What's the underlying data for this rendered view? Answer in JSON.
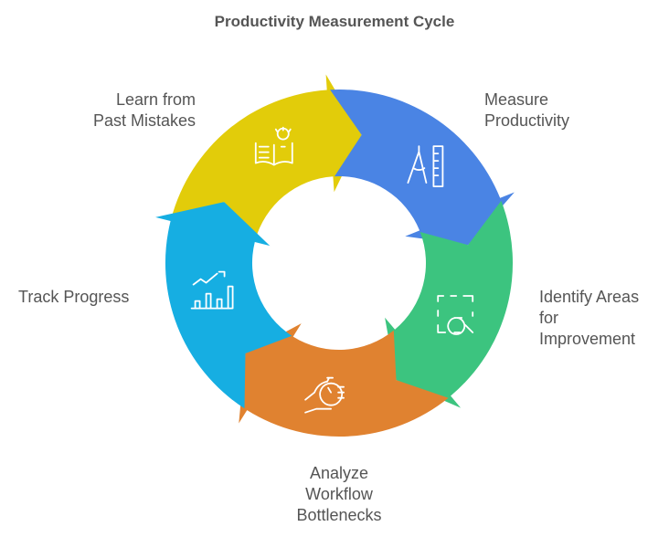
{
  "title": "Productivity Measurement Cycle",
  "steps": [
    {
      "label_lines": [
        "Learn from",
        "Past Mistakes"
      ],
      "color": "#E2CC0A",
      "icon": "book-lightbulb-icon"
    },
    {
      "label_lines": [
        "Measure",
        "Productivity"
      ],
      "color": "#4A84E4",
      "icon": "compass-ruler-icon"
    },
    {
      "label_lines": [
        "Identify Areas",
        "for",
        "Improvement"
      ],
      "color": "#3CC47F",
      "icon": "zoom-out-magnifier-icon"
    },
    {
      "label_lines": [
        "Analyze",
        "Workflow",
        "Bottlenecks"
      ],
      "color": "#E08230",
      "icon": "stopwatch-hand-icon"
    },
    {
      "label_lines": [
        "Track Progress"
      ],
      "color": "#16AEE2",
      "icon": "bar-chart-trend-icon"
    }
  ]
}
